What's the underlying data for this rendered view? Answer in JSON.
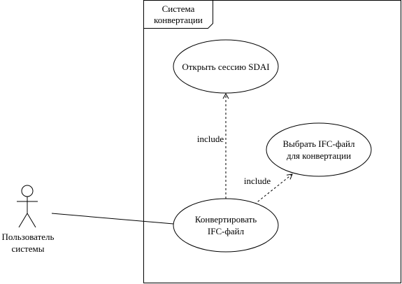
{
  "system": {
    "title_line1": "Система",
    "title_line2": "конвертации"
  },
  "actor": {
    "name_line1": "Пользователь",
    "name_line2": "системы"
  },
  "use_cases": {
    "open_session": {
      "line1": "Открыть сессию SDAI"
    },
    "select_file": {
      "line1": "Выбрать IFC-файл",
      "line2": "для конвертации"
    },
    "convert": {
      "line1": "Конвертировать",
      "line2": "IFC-файл"
    }
  },
  "relations": {
    "include_open_session": "include",
    "include_select_file": "include"
  },
  "colors": {
    "stroke": "#000000",
    "background": "#ffffff"
  }
}
